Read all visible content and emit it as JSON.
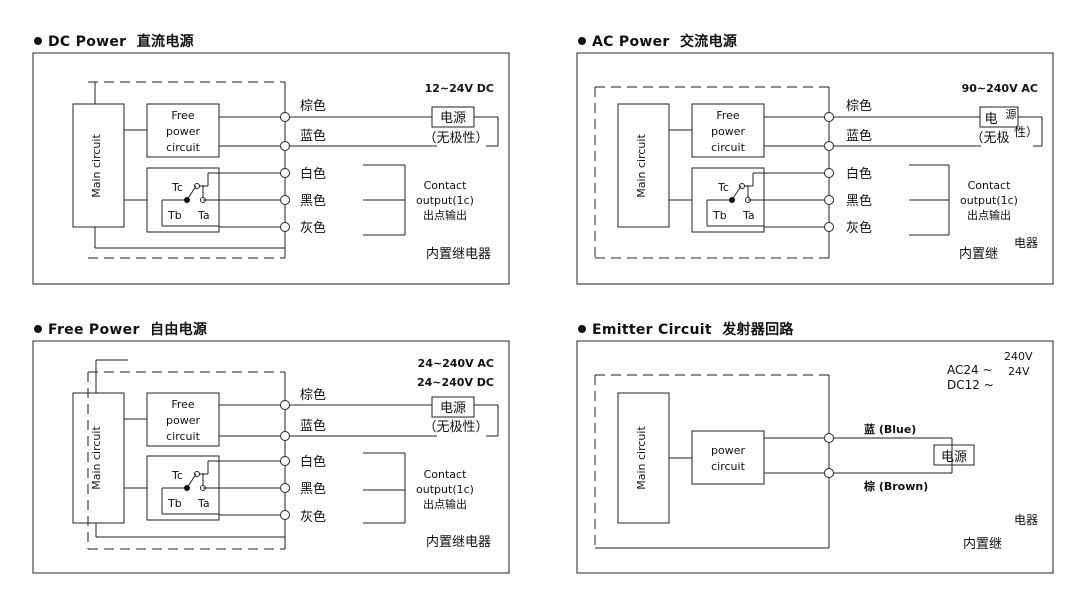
{
  "panels": {
    "dc": {
      "title_en": "DC Power",
      "title_cn": "直流电源",
      "supply": "12~24V DC",
      "main_circuit": "Main circuit",
      "free_power": [
        "Free",
        "power",
        "circuit"
      ],
      "tc": "Tc",
      "tb": "Tb",
      "ta": "Ta",
      "wire_brown": "棕色",
      "wire_blue": "蓝色",
      "wire_white": "白色",
      "wire_black": "黑色",
      "wire_gray": "灰色",
      "power_source": "电源",
      "non_polar": "（无极性）",
      "contact": [
        "Contact",
        "output(1c)",
        "出点输出"
      ],
      "relay": "内置继电器"
    },
    "ac": {
      "title_en": "AC Power",
      "title_cn": "交流电源",
      "supply": "90~240V AC",
      "main_circuit": "Main circuit",
      "free_power": [
        "Free",
        "power",
        "circuit"
      ],
      "tc": "Tc",
      "tb": "Tb",
      "ta": "Ta",
      "wire_brown": "棕色",
      "wire_blue": "蓝色",
      "wire_white": "白色",
      "wire_black": "黑色",
      "wire_gray": "灰色",
      "power_source_a": "电",
      "power_source_b": "源",
      "non_polar_a": "（无极",
      "non_polar_b": "性）",
      "contact": [
        "Contact",
        "output(1c)",
        "出点输出"
      ],
      "relay_a": "内置继",
      "relay_b": "电器"
    },
    "free": {
      "title_en": "Free Power",
      "title_cn": "自由电源",
      "supply_ac": "24~240V AC",
      "supply_dc": "24~240V DC",
      "main_circuit": "Main circuit",
      "free_power": [
        "Free",
        "power",
        "circuit"
      ],
      "tc": "Tc",
      "tb": "Tb",
      "ta": "Ta",
      "wire_brown": "棕色",
      "wire_blue": "蓝色",
      "wire_white": "白色",
      "wire_black": "黑色",
      "wire_gray": "灰色",
      "power_source": "电源",
      "non_polar": "（无极性）",
      "contact": [
        "Contact",
        "output(1c)",
        "出点输出"
      ],
      "relay": "内置继电器"
    },
    "emitter": {
      "title_en": "Emitter Circuit",
      "title_cn": "发射器回路",
      "supply_ac_prefix": "AC24 ~",
      "supply_dc_prefix": "DC12 ~",
      "supply_240v": "240V",
      "supply_24v": "24V",
      "main_circuit": "Main circuit",
      "power_circuit": [
        "power",
        "circuit"
      ],
      "wire_blue": "蓝 (Blue)",
      "wire_brown": "棕 (Brown)",
      "power_source": "电源",
      "relay_a": "内置继",
      "relay_b": "电器"
    }
  }
}
